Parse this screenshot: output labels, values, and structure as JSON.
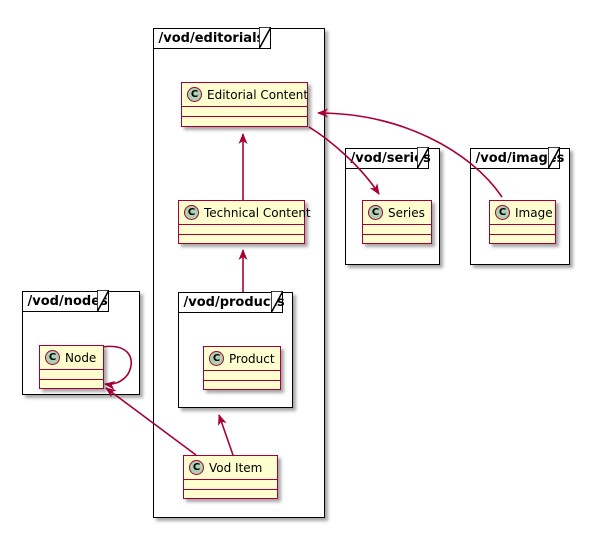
{
  "diagram": {
    "type": "uml-class-diagram",
    "title": "",
    "colors": {
      "class_fill": "#FEFECE",
      "class_border": "#A80036",
      "stereotype_circle": "#ADD1B2",
      "arrow": "#A80036",
      "package_border": "#000000",
      "background": "#FFFFFF"
    },
    "packages": [
      {
        "id": "editorials",
        "label": "/vod/editorials"
      },
      {
        "id": "series",
        "label": "/vod/series"
      },
      {
        "id": "images",
        "label": "/vod/images"
      },
      {
        "id": "nodes",
        "label": "/vod/nodes"
      },
      {
        "id": "products",
        "label": "/vod/products"
      }
    ],
    "classes": [
      {
        "id": "editorial-content",
        "name": "Editorial Content",
        "stereotype": "C",
        "package": "editorials"
      },
      {
        "id": "technical-content",
        "name": "Technical Content",
        "stereotype": "C",
        "package": "editorials"
      },
      {
        "id": "series",
        "name": "Series",
        "stereotype": "C",
        "package": "series"
      },
      {
        "id": "image",
        "name": "Image",
        "stereotype": "C",
        "package": "images"
      },
      {
        "id": "node",
        "name": "Node",
        "stereotype": "C",
        "package": "nodes"
      },
      {
        "id": "product",
        "name": "Product",
        "stereotype": "C",
        "package": "products"
      },
      {
        "id": "vod-item",
        "name": "Vod Item",
        "stereotype": "C",
        "package": "editorials"
      }
    ],
    "relations": [
      {
        "from": "technical-content",
        "to": "editorial-content",
        "style": "solid-arrow"
      },
      {
        "from": "product",
        "to": "technical-content",
        "style": "solid-arrow"
      },
      {
        "from": "vod-item",
        "to": "product",
        "style": "solid-arrow"
      },
      {
        "from": "vod-item",
        "to": "node",
        "style": "solid-arrow"
      },
      {
        "from": "node",
        "to": "node",
        "style": "self-loop-arrow"
      },
      {
        "from": "editorial-content",
        "to": "series",
        "style": "curved-arrow"
      },
      {
        "from": "image",
        "to": "editorial-content",
        "style": "curved-arrow"
      }
    ]
  }
}
